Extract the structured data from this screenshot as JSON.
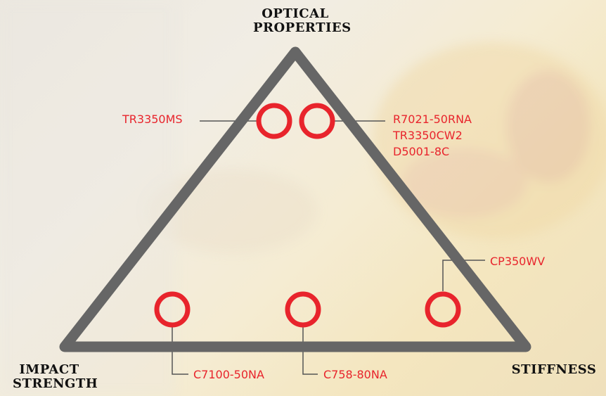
{
  "corners": {
    "top": [
      "OPTICAL",
      "PROPERTIES"
    ],
    "bottom_left": [
      "IMPACT",
      "STRENGTH"
    ],
    "bottom_right": [
      "STIFFNESS"
    ]
  },
  "grades": {
    "top_left": "TR3350MS",
    "top_right": [
      "R7021-50RNA",
      "TR3350CW2",
      "D5001-8C"
    ],
    "right": "CP350WV",
    "bottom_left": "C7100-50NA",
    "bottom_middle": "C758-80NA"
  },
  "colors": {
    "triangle": "#666666",
    "marker": "#e8242c",
    "label": "#e8242c",
    "leader": "#555555",
    "corner_text": "#111111"
  }
}
